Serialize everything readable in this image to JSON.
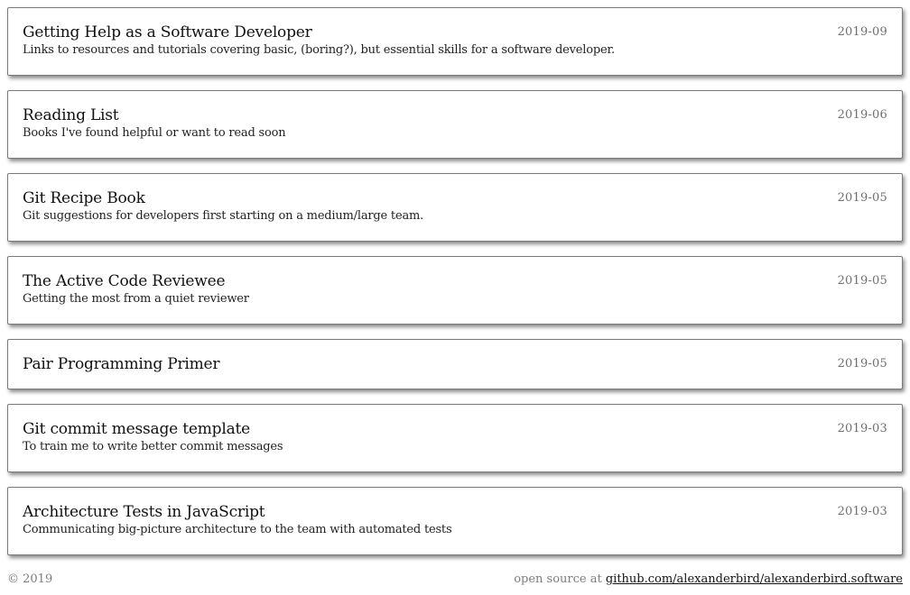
{
  "articles": [
    {
      "title": "Getting Help as a Software Developer",
      "description": "Links to resources and tutorials covering basic, (boring?), but essential skills for a software developer.",
      "date": "2019-09"
    },
    {
      "title": "Reading List",
      "description": "Books I've found helpful or want to read soon",
      "date": "2019-06"
    },
    {
      "title": "Git Recipe Book",
      "description": "Git suggestions for developers first starting on a medium/large team.",
      "date": "2019-05"
    },
    {
      "title": "The Active Code Reviewee",
      "description": "Getting the most from a quiet reviewer",
      "date": "2019-05"
    },
    {
      "title": "Pair Programming Primer",
      "description": "",
      "date": "2019-05"
    },
    {
      "title": "Git commit message template",
      "description": "To train me to write better commit messages",
      "date": "2019-03"
    },
    {
      "title": "Architecture Tests in JavaScript",
      "description": "Communicating big-picture architecture to the team with automated tests",
      "date": "2019-03"
    }
  ],
  "footer": {
    "copyright": "© 2019",
    "source_prefix": "open source at ",
    "source_link": "github.com/alexanderbird/alexanderbird.software"
  }
}
